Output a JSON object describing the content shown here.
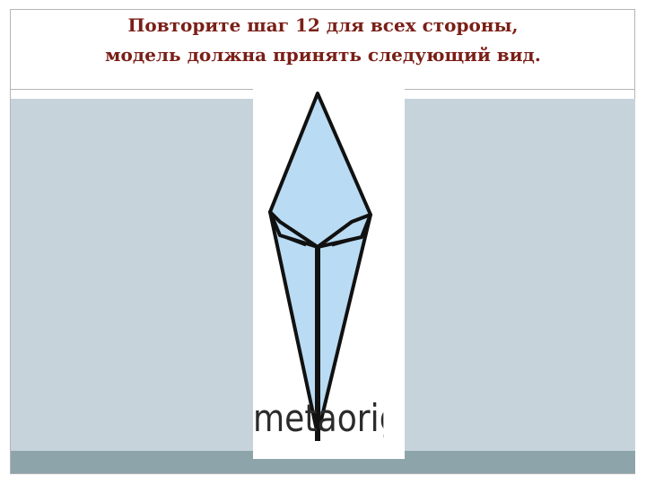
{
  "slide": {
    "title_line1": "Повторите шаг 12 для всех стороны,",
    "title_line2": "модель должна принять следующий вид."
  },
  "figure": {
    "watermark": "metaoriga",
    "fill_color": "#b9dbf3",
    "stroke_color": "#111111"
  },
  "colors": {
    "title": "#7a1f17",
    "content_panel": "#c6d3db",
    "footer_strip": "#8ea4ab"
  }
}
